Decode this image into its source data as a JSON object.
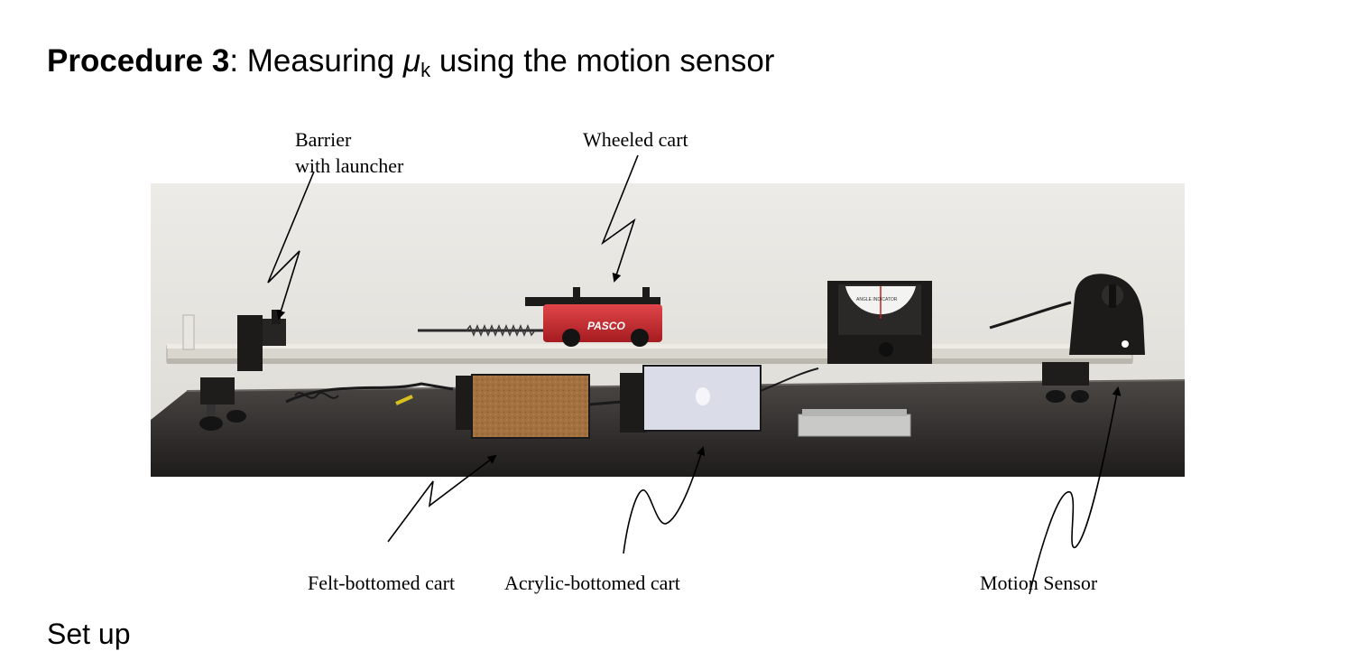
{
  "heading": {
    "bold_part": "Procedure 3",
    "separator": ":",
    "text_before": " Measuring ",
    "mu": "μ",
    "subscript": "k",
    "text_after": " using the motion sensor"
  },
  "labels": {
    "barrier_line1": "Barrier",
    "barrier_line2": "with launcher",
    "wheeled_cart": "Wheeled cart",
    "felt_cart": "Felt-bottomed cart",
    "acrylic_cart": "Acrylic-bottomed cart",
    "motion_sensor": "Motion Sensor"
  },
  "photo_text": {
    "cart_brand": "PASCO",
    "angle_indicator": "ANGLE INDICATOR"
  },
  "next_heading": "Set up",
  "colors": {
    "wall": "#e8e7e2",
    "table": "#2b2927",
    "track": "#d8d5cd",
    "cart_red": "#c8282c",
    "felt": "#a0703e",
    "acrylic": "#d9dce6"
  }
}
